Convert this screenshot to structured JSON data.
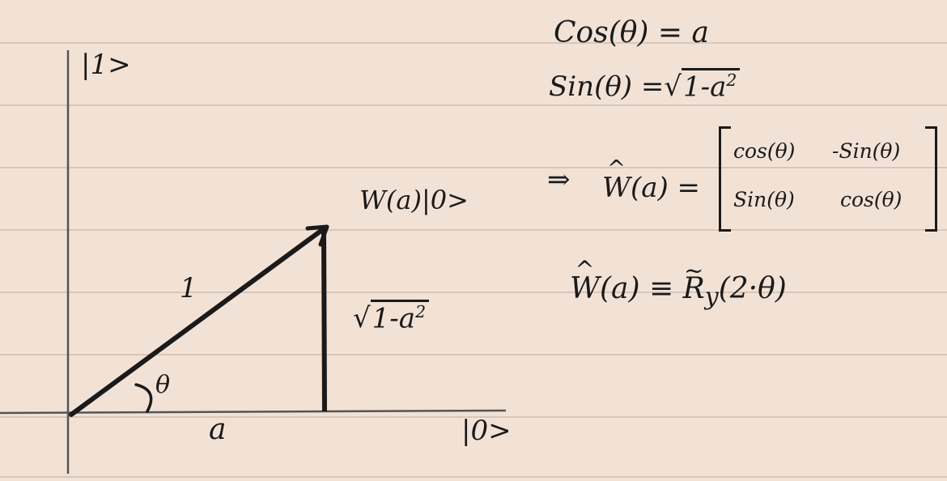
{
  "axes": {
    "y_label": "|1>",
    "x_label": "|0>"
  },
  "triangle": {
    "hypotenuse_label": "1",
    "base_label": "a",
    "angle_label": "θ",
    "side_label_radicand": "1-a",
    "side_label_exponent": "2",
    "vertex_label": "W(a)|0>"
  },
  "equations": {
    "cos_eq": "Cos(θ) = a",
    "sin_lhs": "Sin(θ) = ",
    "sin_radicand": "1-a",
    "sin_exponent": "2",
    "implies_lhs_symbol": "⇒",
    "w_name": "W",
    "w_arg": "(a) =",
    "equiv_lhs_name": "W",
    "equiv_lhs_arg": "(a) ≡ ",
    "equiv_rhs_name": "R",
    "equiv_rhs_sub": "y",
    "equiv_rhs_arg": "(2·θ)"
  },
  "matrix": {
    "m11": "cos(θ)",
    "m12": "-Sin(θ)",
    "m21": "Sin(θ)",
    "m22": "cos(θ)"
  },
  "colors": {
    "paper": "#f2e2d6",
    "rule_line": "#d9c6b8",
    "ink": "#1a1a1a"
  }
}
